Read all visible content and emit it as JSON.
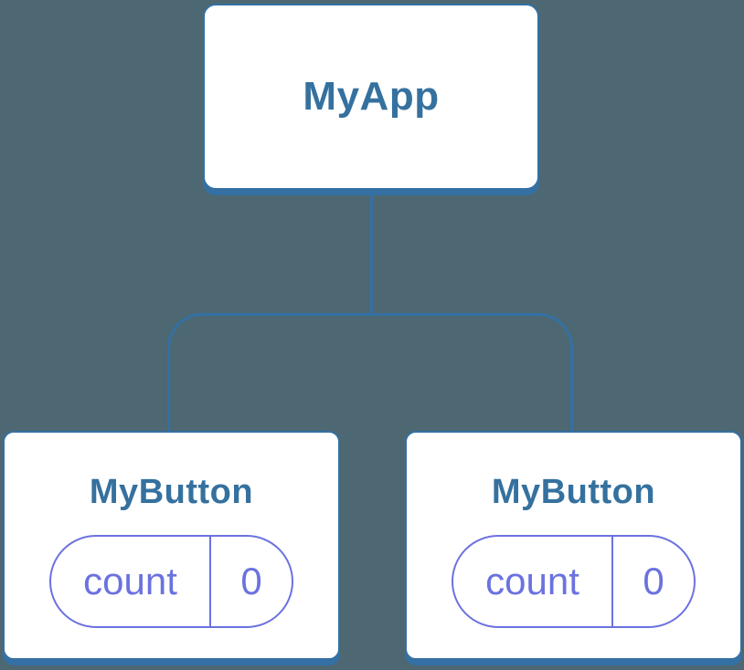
{
  "diagram": {
    "root": {
      "label": "MyApp"
    },
    "children": [
      {
        "label": "MyButton",
        "state": {
          "name": "count",
          "value": "0"
        }
      },
      {
        "label": "MyButton",
        "state": {
          "name": "count",
          "value": "0"
        }
      }
    ]
  },
  "colors": {
    "background": "#4D6872",
    "node_bg": "#FFFFFF",
    "node_border": "#3470A3",
    "node_title": "#35719F",
    "connector": "#3470A3",
    "state_accent": "#6B72DF"
  }
}
